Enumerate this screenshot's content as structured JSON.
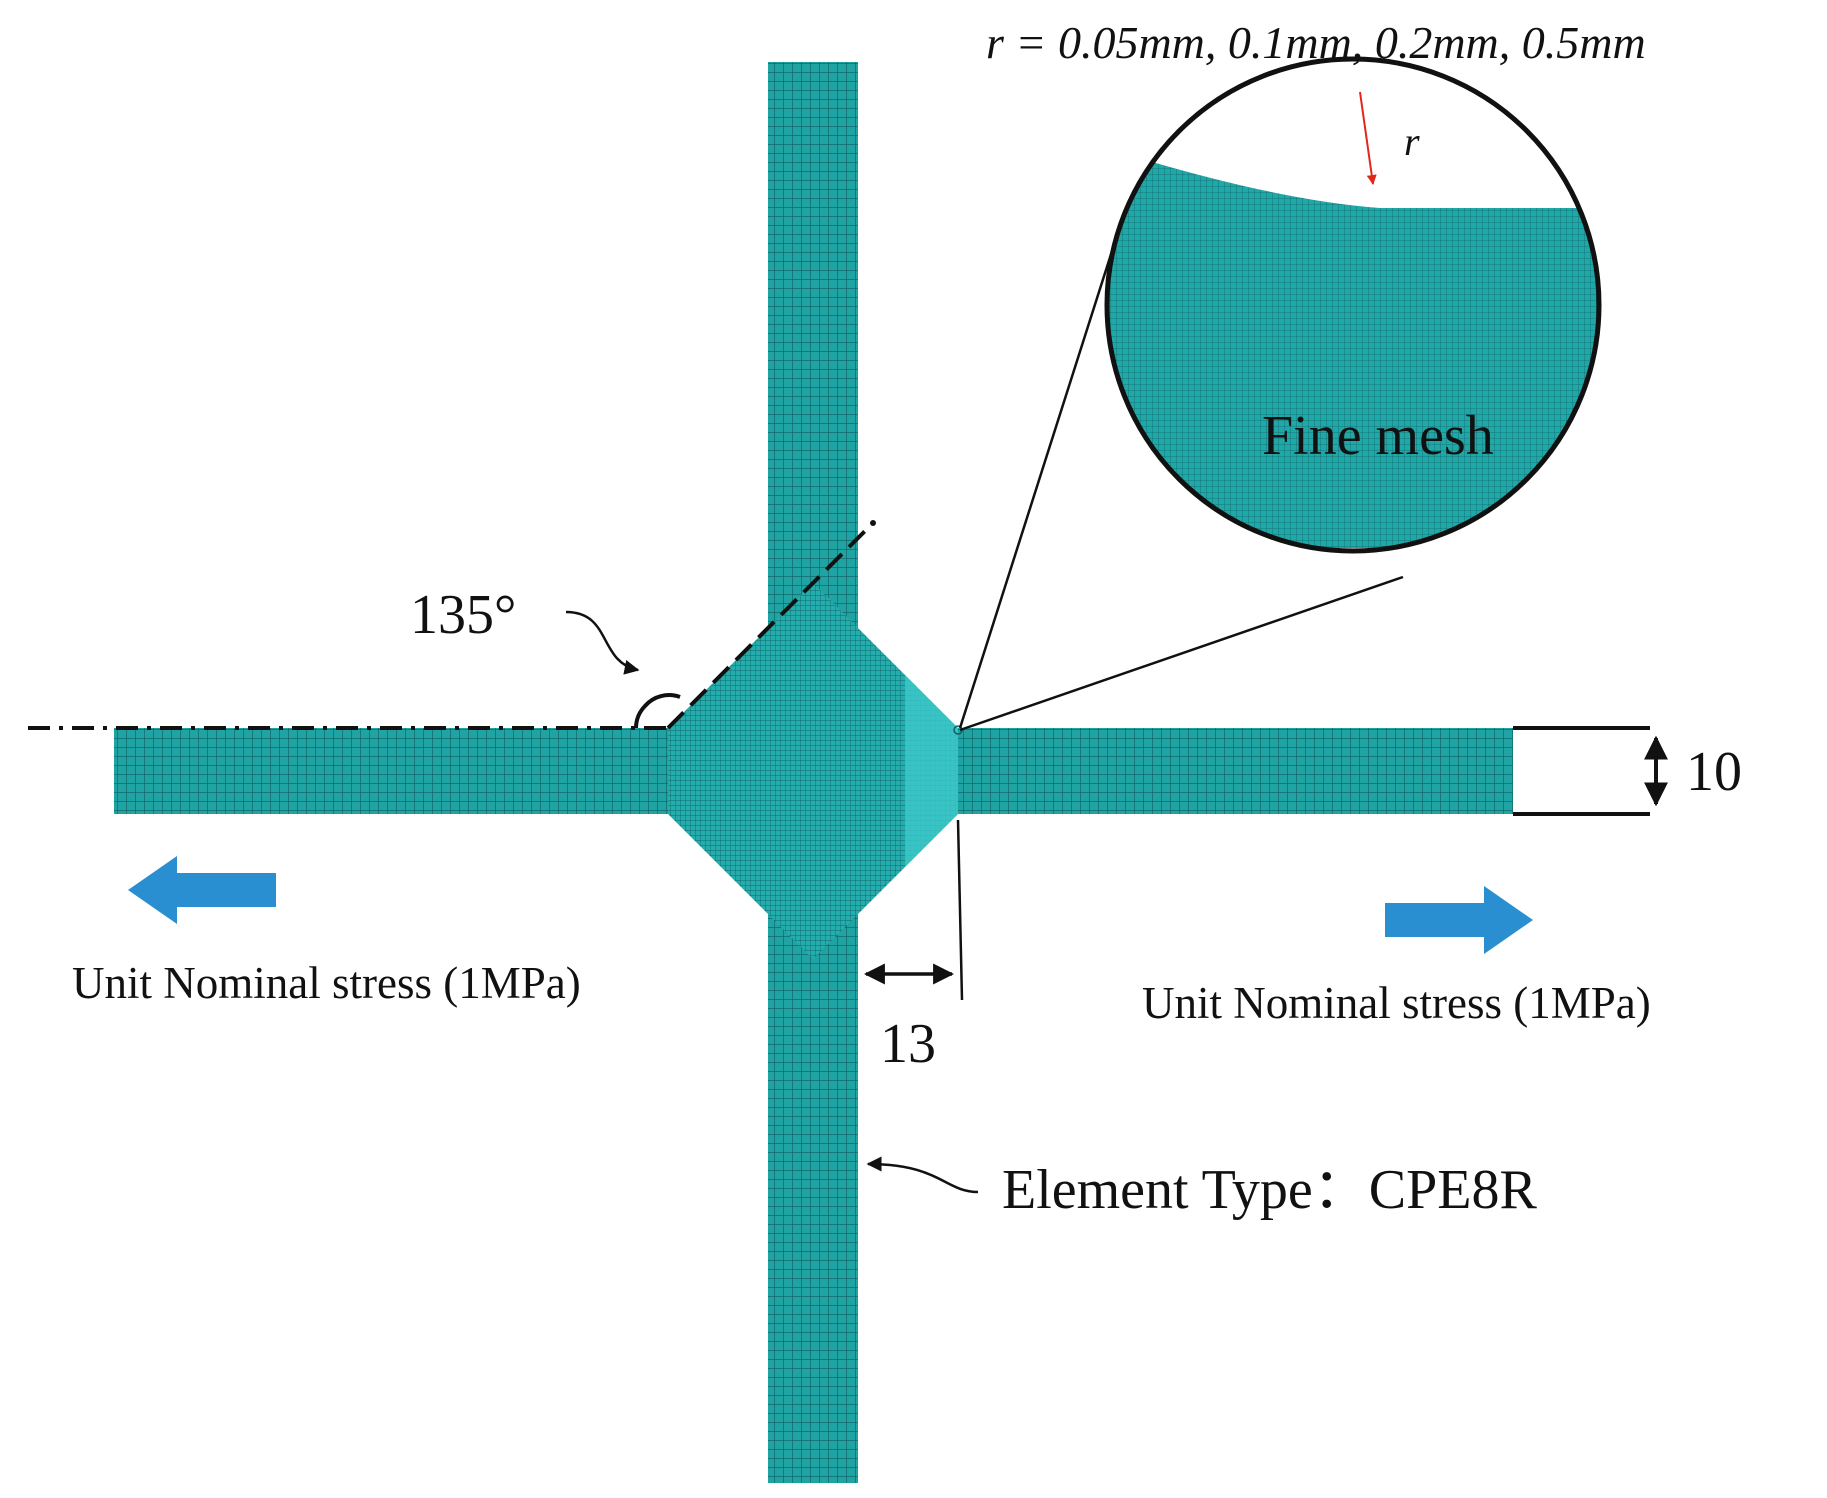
{
  "colors": {
    "mesh_fill": "#1fa3a3",
    "mesh_line": "#0f5f63",
    "mesh_light": "#33c7c7",
    "arrow_blue": "#2a8fd0",
    "radius_arrow": "#e0271c",
    "ink": "#111111"
  },
  "labels": {
    "radius_values": "r = 0.05mm, 0.1mm, 0.2mm, 0.5mm",
    "radius_symbol": "r",
    "fine_mesh": "Fine mesh",
    "angle": "135°",
    "thickness": "10",
    "distance": "13",
    "element_type": "Element Type：CPE8R",
    "load_left": "Unit Nominal stress (1MPa)",
    "load_right": "Unit Nominal stress (1MPa)"
  },
  "icons": {
    "load_left": "arrow-left-icon",
    "load_right": "arrow-right-icon"
  }
}
